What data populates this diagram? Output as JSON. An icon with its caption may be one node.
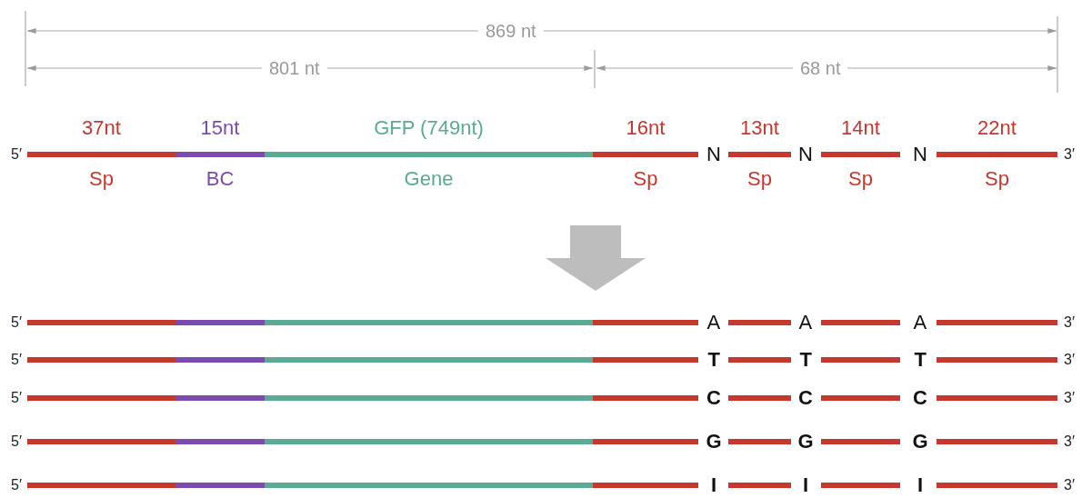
{
  "diagram": {
    "nodes": [
      {
        "text": [
          "37nt",
          "Sp"
        ]
      },
      {
        "text": [
          "15nt",
          "BC"
        ]
      },
      {
        "text": [
          "GFP (749nt)",
          "Gene"
        ]
      },
      {
        "text": [
          "16nt",
          "Sp"
        ]
      },
      {
        "text": [
          "13nt",
          "Sp"
        ]
      },
      {
        "text": [
          "14nt",
          "Sp"
        ]
      },
      {
        "text": [
          "22nt",
          "Sp"
        ]
      },
      {
        "text": [],
        "shape": "bar"
      },
      {
        "text": [],
        "shape": "bar"
      },
      {
        "text": [],
        "shape": "bar"
      },
      {
        "text": [],
        "shape": "bar"
      },
      {
        "text": [],
        "shape": "bar"
      },
      {
        "text": [],
        "shape": "bar"
      },
      {
        "text": [],
        "shape": "bar"
      },
      {
        "text": [],
        "shape": "bar"
      },
      {
        "text": [],
        "shape": "bar"
      },
      {
        "text": [],
        "shape": "bar"
      },
      {
        "text": [],
        "shape": "bar"
      },
      {
        "text": [],
        "shape": "bar"
      },
      {
        "text": [],
        "shape": "bar"
      },
      {
        "text": [],
        "shape": "bar"
      },
      {
        "text": [],
        "shape": "bar"
      },
      {
        "text": [],
        "shape": "bar"
      },
      {
        "text": [],
        "shape": "bar"
      },
      {
        "text": [],
        "shape": "bar"
      },
      {
        "text": [],
        "shape": "bar"
      },
      {
        "text": [],
        "shape": "bar"
      },
      {
        "text": [],
        "shape": "bar"
      },
      {
        "text": [],
        "shape": "bar"
      },
      {
        "text": [],
        "shape": "bar"
      },
      {
        "text": [],
        "shape": "bar"
      },
      {
        "text": [],
        "shape": "bar"
      },
      {
        "text": [],
        "shape": "bar"
      },
      {
        "text": [],
        "shape": "bar"
      },
      {
        "text": [],
        "shape": "bar"
      },
      {
        "text": [],
        "shape": "bar"
      },
      {
        "text": [],
        "shape": "bar"
      },
      {
        "text": [],
        "shape": "bar"
      },
      {
        "text": [],
        "shape": "bar"
      },
      {
        "text": [],
        "shape": "bar"
      },
      {
        "text": [],
        "shape": "bar"
      },
      {
        "text": [],
        "shape": "bar"
      }
    ],
    "labels": [
      "869 nt",
      "801 nt",
      "68 nt",
      "5′",
      "N",
      "N",
      "N",
      "3′",
      "5′",
      "A",
      "A",
      "A",
      "3′",
      "5′",
      "T",
      "T",
      "T",
      "3′",
      "5′",
      "C",
      "C",
      "C",
      "3′",
      "5′",
      "G",
      "G",
      "G",
      "3′",
      "5′",
      "I",
      "I",
      "I",
      "3′"
    ]
  }
}
